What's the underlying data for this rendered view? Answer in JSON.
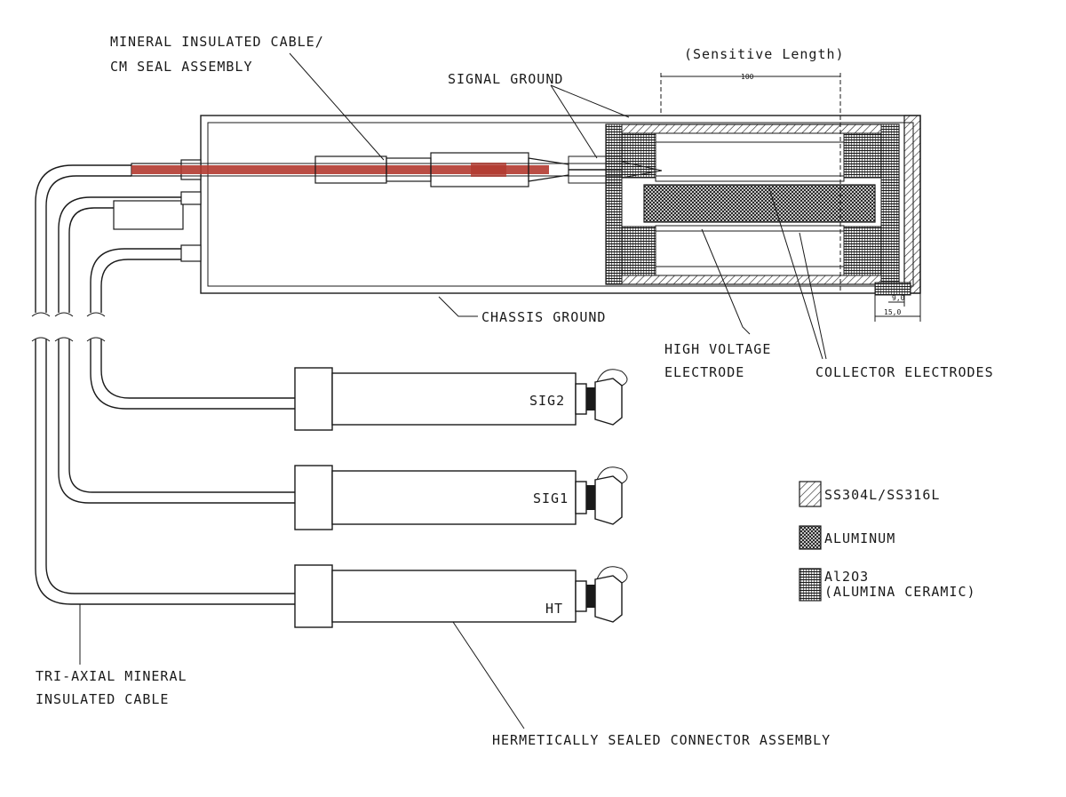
{
  "labels": {
    "mi_cable_line1": "MINERAL INSULATED CABLE/",
    "mi_cable_line2": "CM SEAL ASSEMBLY",
    "signal_ground": "SIGNAL GROUND",
    "sensitive_length": "(Sensitive Length)",
    "sensitive_dim": "100",
    "chassis_ground": "CHASSIS GROUND",
    "hv_line1": "HIGH VOLTAGE",
    "hv_line2": "ELECTRODE",
    "collector": "COLLECTOR ELECTRODES",
    "dim_9": "9,0",
    "dim_15": "15,0",
    "triaxial_line1": "TRI-AXIAL MINERAL",
    "triaxial_line2": "INSULATED CABLE",
    "hermetic": "HERMETICALLY SEALED CONNECTOR ASSEMBLY"
  },
  "connectors": [
    {
      "label": "SIG2"
    },
    {
      "label": "SIG1"
    },
    {
      "label": "HT"
    }
  ],
  "legend": {
    "items": [
      {
        "label": "SS304L/SS316L",
        "pattern": "hatch"
      },
      {
        "label": "ALUMINUM",
        "pattern": "crosshatch"
      },
      {
        "label_line1": "Al2O3",
        "label_line2": "(ALUMINA CERAMIC)",
        "pattern": "dense"
      }
    ]
  },
  "colors": {
    "cable_core": "#b23a30",
    "ink": "#1a1a1a"
  }
}
